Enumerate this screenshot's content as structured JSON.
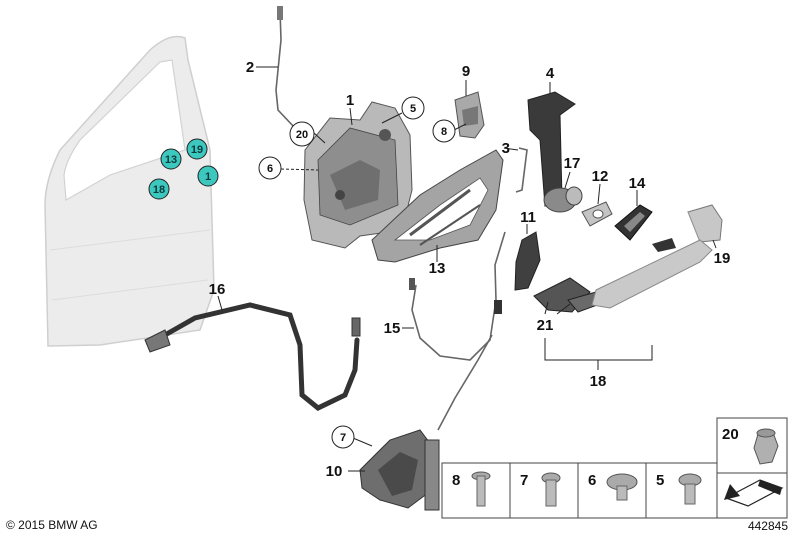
{
  "colors": {
    "door": "#e9e9e9",
    "hotspot": "#3cc7bf",
    "metal": "#9a9a9a",
    "dark": "#3a3a3a"
  },
  "labels": {
    "l1": "1",
    "l2": "2",
    "l3": "3",
    "l4": "4",
    "l5": "5",
    "l6": "6",
    "l7": "7",
    "l8": "8",
    "l9": "9",
    "l10": "10",
    "l11": "11",
    "l12": "12",
    "l13": "13",
    "l14": "14",
    "l15": "15",
    "l16": "16",
    "l17": "17",
    "l18": "18",
    "l19": "19",
    "l20": "20",
    "l21": "21"
  },
  "door_hotspots": {
    "h13": "13",
    "h19": "19",
    "h18": "18",
    "h1": "1"
  },
  "screws": {
    "s8": "8",
    "s7": "7",
    "s6": "6",
    "s5": "5",
    "s20": "20"
  },
  "footer": {
    "copyright": "© 2015 BMW AG",
    "diagram_id": "442845"
  }
}
